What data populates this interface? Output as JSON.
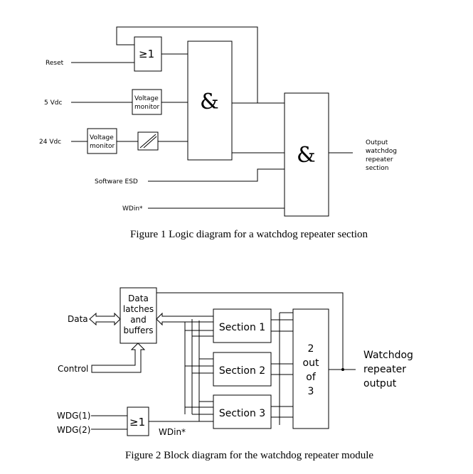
{
  "figure1": {
    "caption": "Figure 1   Logic diagram for a watchdog repeater section",
    "inputs": {
      "reset": "Reset",
      "v5": "5 Vdc",
      "v24": "24 Vdc",
      "software_esd": "Software ESD",
      "wdin": "WDin*"
    },
    "or_gate": "≥1",
    "voltage_monitor_5": [
      "Voltage",
      "monitor"
    ],
    "voltage_monitor_24": [
      "Voltage",
      "monitor"
    ],
    "and_gate_1": "&",
    "and_gate_2": "&",
    "output": [
      "Output",
      "watchdog",
      "repeater",
      "section"
    ]
  },
  "figure2": {
    "caption": "Figure 2   Block diagram for the watchdog repeater module",
    "data_label": "Data",
    "control_label": "Control",
    "latches": [
      "Data",
      "latches",
      "and",
      "buffers"
    ],
    "sections": [
      "Section  1",
      "Section  2",
      "Section  3"
    ],
    "voter": [
      "2",
      "out",
      "of",
      "3"
    ],
    "wdg1": "WDG(1)",
    "wdg2": "WDG(2)",
    "or_gate": "≥1",
    "wdin": "WDin*",
    "output": [
      "Watchdog",
      "repeater",
      "output"
    ]
  }
}
